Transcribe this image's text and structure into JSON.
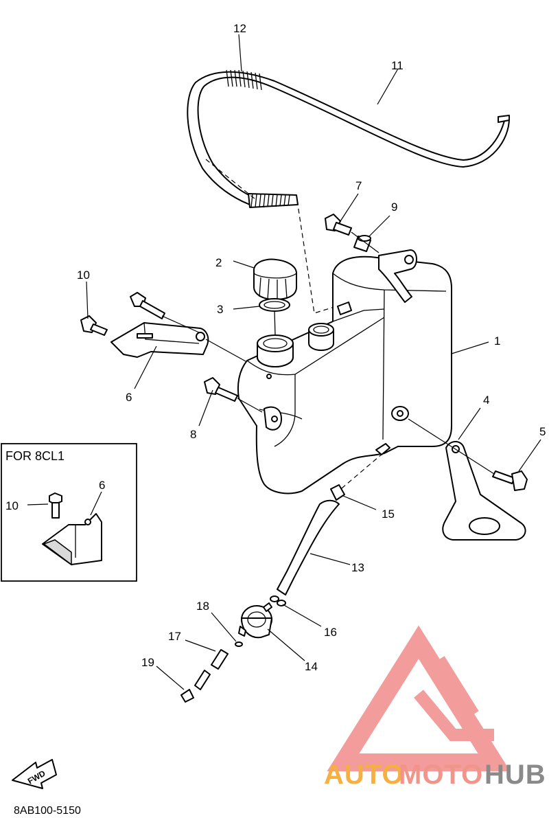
{
  "callouts": {
    "c1": "1",
    "c2": "2",
    "c3": "3",
    "c4": "4",
    "c5": "5",
    "c6": "6",
    "c7": "7",
    "c8": "8",
    "c9": "9",
    "c10": "10",
    "c11": "11",
    "c12": "12",
    "c13": "13",
    "c14": "14",
    "c15": "15",
    "c16": "16",
    "c17": "17",
    "c18": "18",
    "c19": "19"
  },
  "inset": {
    "title": "FOR 8CL1",
    "c10": "10",
    "c6": "6"
  },
  "forward_badge": "FWD",
  "diagram_code": "8AB100-5150",
  "watermark": {
    "brand_a": "AUTO",
    "brand_b": "MOTO",
    "brand_c": "HUB",
    "colors": {
      "auto": "#f5b041",
      "moto": "#f1948a",
      "hub": "#8a8a8a",
      "logo": "#f28b8b"
    }
  }
}
